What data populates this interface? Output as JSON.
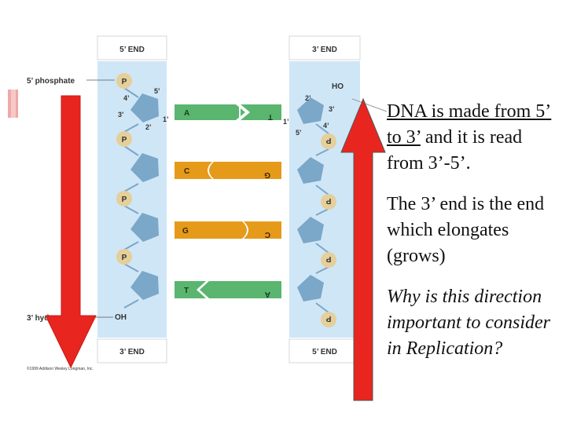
{
  "diagram": {
    "left_top_label": "5’ END",
    "right_top_label": "3’ END",
    "left_bottom_label": "3’ END",
    "right_bottom_label": "5’ END",
    "phosphate_label": "5’ phosphate",
    "hydroxyl_label": "3’ hydroxyl",
    "phosphate_letter": "P",
    "oh_label": "OH",
    "ho_label": "HO",
    "carbon_labels": {
      "five_prime": "5’",
      "four_prime": "4’",
      "three_prime": "3’",
      "two_prime": "2’",
      "one_prime": "1’"
    },
    "base_pairs": [
      {
        "left": "A",
        "right": "T",
        "left_color": "#5ab56e",
        "right_color": "#5ab56e"
      },
      {
        "left": "C",
        "right": "G",
        "left_color": "#e59a1a",
        "right_color": "#e59a1a"
      },
      {
        "left": "G",
        "right": "C",
        "left_color": "#e59a1a",
        "right_color": "#e59a1a"
      },
      {
        "left": "T",
        "right": "A",
        "left_color": "#5ab56e",
        "right_color": "#5ab56e"
      }
    ],
    "copyright": "©1999 Addison Wesley Longman, Inc.",
    "colors": {
      "backbone": "#cfe6f7",
      "sugar": "#7ba7c9",
      "phosphate": "#e5cf9a",
      "arrow": "#e8251f"
    }
  },
  "text": {
    "p1_underlined": "DNA is made from 5’ to 3’",
    "p1_rest": " and it is read from 3’-5’.",
    "p2": "The 3’ end is the end which elongates (grows)",
    "p3": "Why is this direction important to consider in Replication?"
  }
}
